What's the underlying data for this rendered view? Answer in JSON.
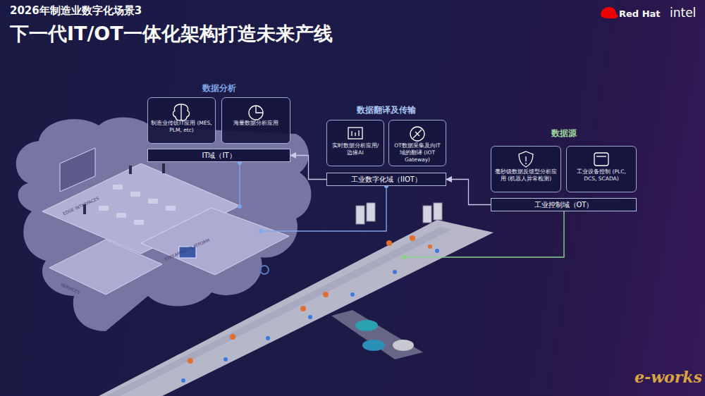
{
  "diagram": {
    "title": "下一代IT/OT一体化架构打造未来产线",
    "nodes": [
      {
        "text": [
          "制造业传统IT应用 (MES, PLM, etc)"
        ]
      },
      {
        "text": [
          "海量数据分析应用"
        ]
      },
      {
        "text": [
          "IT域（IT）"
        ]
      },
      {
        "text": [
          "实时数据分析应用/边缘AI"
        ]
      },
      {
        "text": [
          "OT数据采集及向IT域的翻译 (IOT Gateway)"
        ]
      },
      {
        "text": [
          "工业数字化域（IIOT）"
        ]
      },
      {
        "text": [
          "毫秒级数据反馈型分析应用 (机器人异常检测)"
        ]
      },
      {
        "text": [
          "工业设备控制 (PLC, DCS, SCADA)"
        ]
      },
      {
        "text": [
          "工业控制域（OT）"
        ]
      }
    ],
    "edges": [
      {
        "from": 8,
        "to": 5,
        "arrow": "to"
      },
      {
        "from": 5,
        "to": 2,
        "arrow": "to"
      }
    ],
    "labels": [
      "2026年制造业数字化场景3",
      "数据分析",
      "数据翻译及传输",
      "数据源",
      "EDGE INTERFACES",
      "STREAMING PLATFORM",
      "SERVICES",
      "Red Hat",
      "intel",
      "e-works"
    ]
  }
}
